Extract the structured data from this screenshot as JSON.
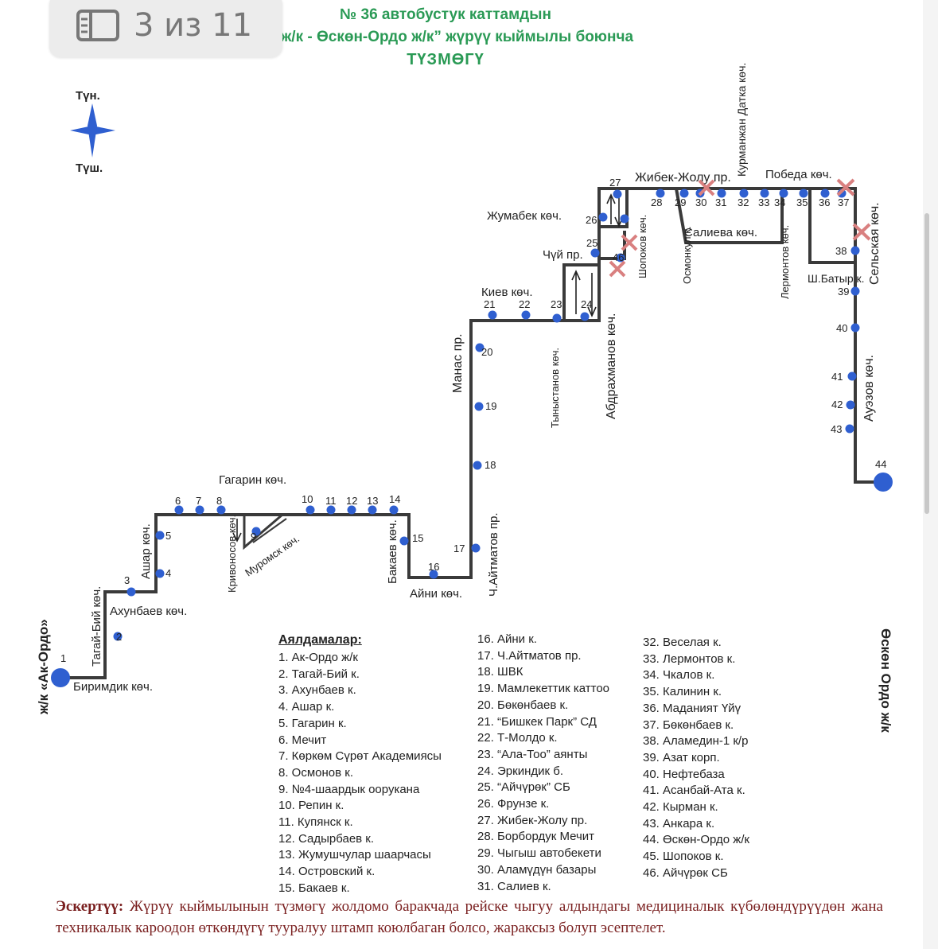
{
  "page_indicator": {
    "text": "3 из 11",
    "icon": "reader-mode-icon"
  },
  "title": {
    "line1": "№ 36 автобустук каттамдын",
    "line2": "до ж/к  -  Өскөн-Ордо ж/к” жүрүү кыймылы боюнча",
    "line3": "ТҮЗМӨГҮ"
  },
  "compass": {
    "north": "Түн.",
    "south": "Түш."
  },
  "stop_numbers": [
    "1",
    "2",
    "3",
    "4",
    "5",
    "6",
    "7",
    "8",
    "9",
    "10",
    "11",
    "12",
    "13",
    "14",
    "15",
    "16",
    "17",
    "18",
    "19",
    "20",
    "21",
    "22",
    "23",
    "24",
    "25",
    "26",
    "27",
    "28",
    "29",
    "30",
    "31",
    "32",
    "33",
    "34",
    "35",
    "36",
    "37",
    "38",
    "39",
    "40",
    "41",
    "42",
    "43",
    "44",
    "46"
  ],
  "streets": {
    "ak_ordo": "ж/к «Ак-Ордо»",
    "birimdik": "Биримдик көч.",
    "tagai_biy": "Тагай-Бий көч.",
    "akhunbaev": "Ахунбаев көч.",
    "ashar": "Ашар көч.",
    "gagarin": "Гагарин көч.",
    "krivonosov": "Кривоносов көч.",
    "muromsk": "Муромск көч.",
    "bakaev": "Бакаев көч.",
    "aini": "Айни көч.",
    "aitmatov": "Ч.Айтматов пр.",
    "manas": "Манас пр.",
    "kiev": "Киев көч.",
    "tynystanov": "Тыныстанов көч.",
    "abdrakhmanov": "Абдрахманов көч.",
    "chui": "Чүй пр.",
    "zhumabek": "Жумабек көч.",
    "shopokov": "Шопоков көч.",
    "zhibek_zholu": "Жибек-Жолу пр.",
    "osmonkul": "Осмонкул к.",
    "salieva": "Салиева көч.",
    "kurmanjan": "Курманжан Датка көч.",
    "pobeda": "Победа көч.",
    "lermontov": "Лермонтов көч.",
    "sh_batyr": "Ш.Батыр к.",
    "selskaya": "Сельская көч.",
    "auezov": "Ауэзов көч.",
    "osken_ordo": "Өскөн Ордо ж/к"
  },
  "legend": {
    "title": "Аялдамалар:",
    "col1": [
      "1. Ак-Ордо ж/к",
      "2. Тагай-Бий к.",
      "3. Ахунбаев к.",
      "4. Ашар к.",
      "5. Гагарин к.",
      "6. Мечит",
      "7. Көркөм Сүрөт Академиясы",
      "8. Осмонов к.",
      "9. №4-шаардык оорукана",
      "10. Репин к.",
      "11. Купянск к.",
      "12. Садырбаев к.",
      "13. Жумушчулар шаарчасы",
      "14. Островский к.",
      "15. Бакаев к."
    ],
    "col2": [
      "16. Айни к.",
      "17. Ч.Айтматов пр.",
      "18. ШВК",
      "19. Мамлекеттик каттоо",
      "20. Бөкөнбаев к.",
      "21. “Бишкек Парк” СД",
      "22. Т-Молдо к.",
      "23. “Ала-Тоо” аянты",
      "24. Эркиндик б.",
      "25. “Айчүрөк” СБ",
      "26. Фрунзе к.",
      "27. Жибек-Жолу пр.",
      "28. Борбордук Мечит",
      "29. Чыгыш автобекети",
      "30. Аламүдүн базары",
      "31. Салиев к."
    ],
    "col3": [
      "32. Веселая к.",
      "33. Лермонтов к.",
      "34. Чкалов к.",
      "35. Калинин к.",
      "36. Маданият Үйү",
      "37. Бөкөнбаев к.",
      "38. Аламедин-1 к/р",
      "39. Азат корп.",
      "40. Нефтебаза",
      "41. Асанбай-Ата к.",
      "42. Кырман к.",
      "43. Анкара к.",
      "44. Өскөн-Ордо ж/к",
      "45. Шопоков к.",
      "46. Айчүрөк СБ"
    ]
  },
  "note": {
    "label": "Эскертүү:",
    "text": " Жүрүү кыймылынын түзмөгү жолдомо баракчада рейске чыгуу алдындагы медициналык күбөлөндүрүүдөн жана техникалык кароодон өткөндүгү тууралуу штамп коюлбаган болсо, жараксыз болуп эсептелет."
  },
  "colors": {
    "route_line": "#3a3a3a",
    "stop_dot": "#2f5fd0",
    "closed_mark": "#d98080",
    "title_green": "#2a9a55",
    "note_text": "#7a2020",
    "compass": "#2f5fd0"
  }
}
